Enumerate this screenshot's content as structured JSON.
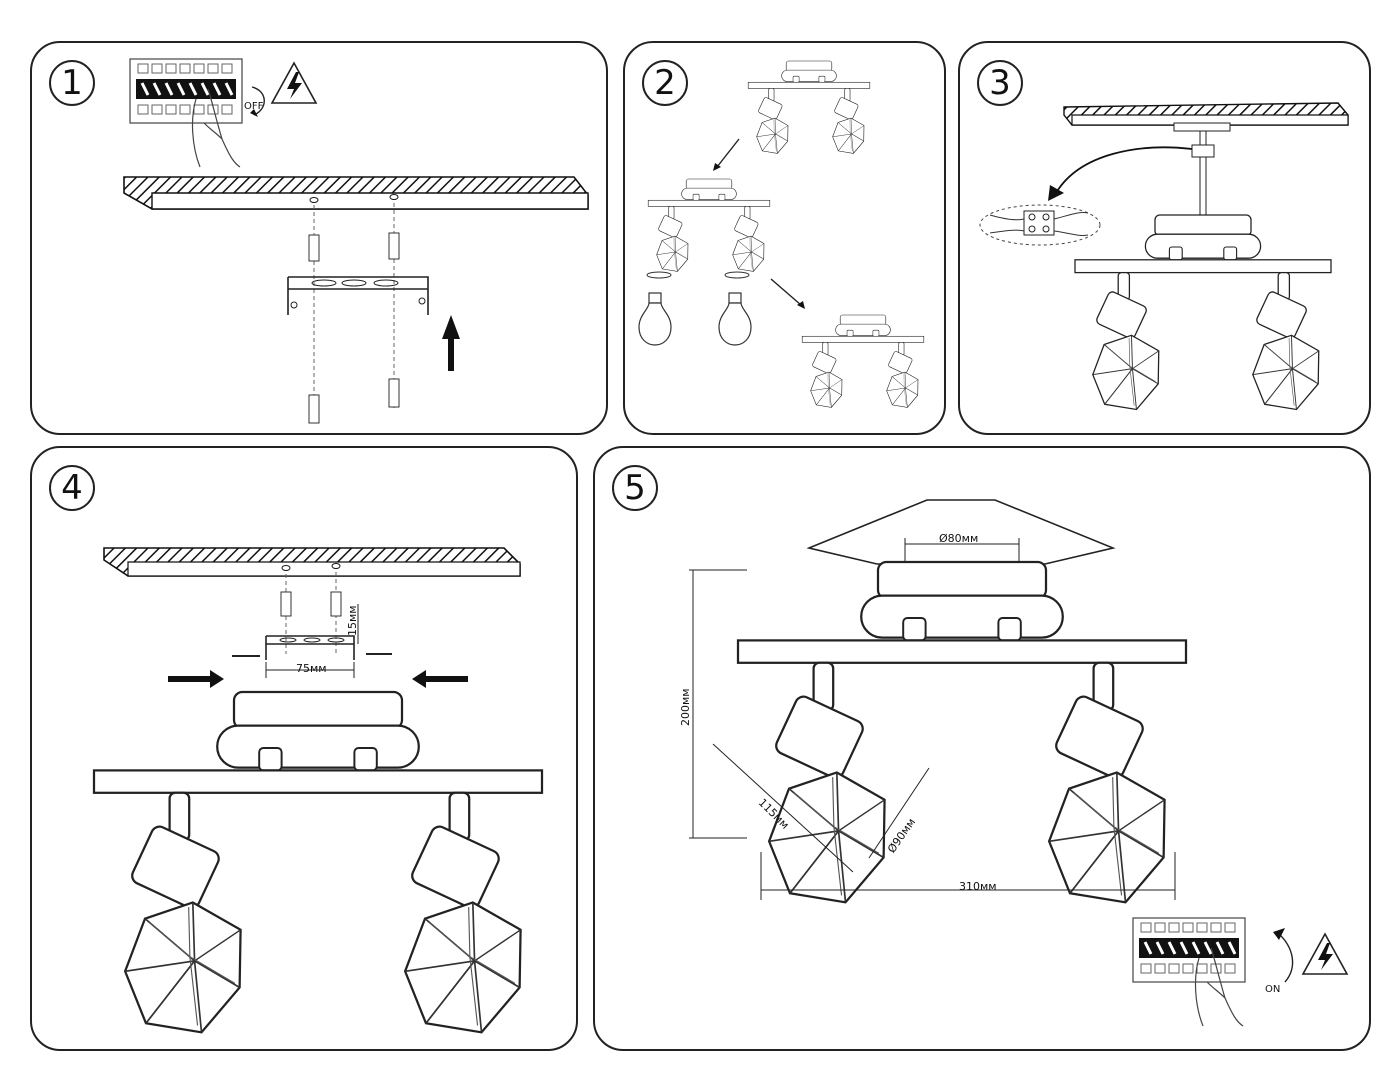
{
  "steps": [
    {
      "number": "1",
      "switch_label": "OFF"
    },
    {
      "number": "2"
    },
    {
      "number": "3"
    },
    {
      "number": "4",
      "dim_height": "15мм",
      "dim_width": "75мм"
    },
    {
      "number": "5",
      "dim_base": "Ø80мм",
      "dim_height": "200мм",
      "dim_depth": "115мм",
      "dim_shade": "Ø90мм",
      "dim_length": "310мм",
      "switch_label": "ON"
    }
  ],
  "icons": [
    "hand-switch-icon",
    "high-voltage-warning-icon",
    "up-arrow-icon",
    "light-bulb-icon",
    "rotate-arrow-icon",
    "wire-connector-icon",
    "push-arrow-icon"
  ]
}
